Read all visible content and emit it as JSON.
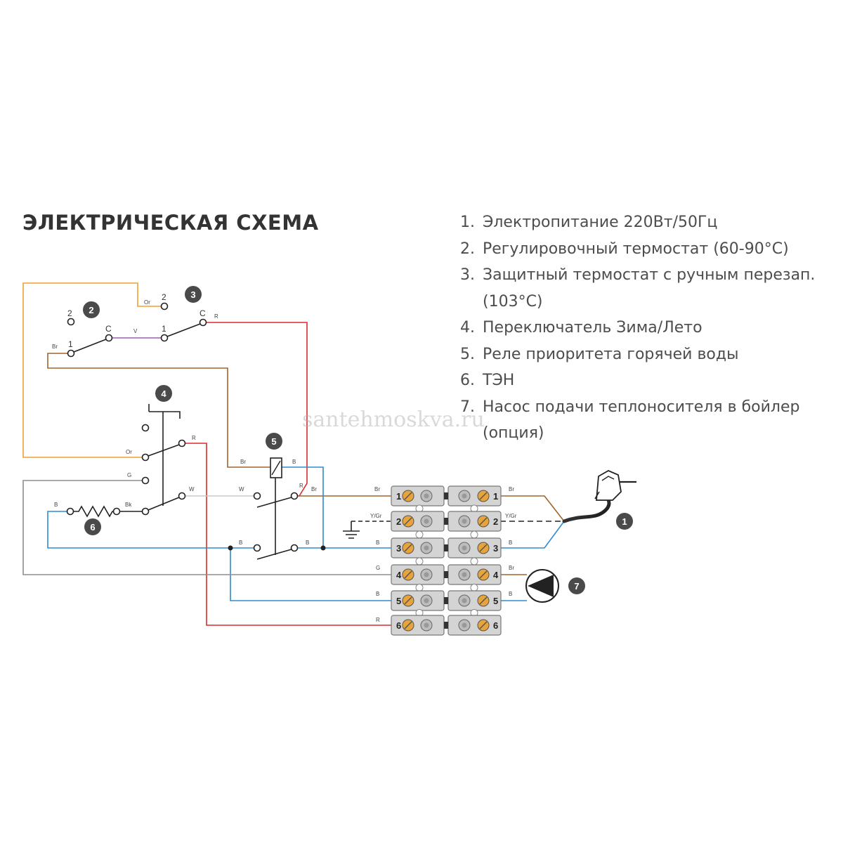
{
  "title": "ЭЛЕКТРИЧЕСКАЯ СХЕМА",
  "legend": [
    {
      "num": "1.",
      "text": "Электропитание 220Вт/50Гц"
    },
    {
      "num": "2.",
      "text": "Регулировочный термостат (60-90°С)"
    },
    {
      "num": "3.",
      "text": "Защитный термостат с ручным перезап. (103°С)"
    },
    {
      "num": "4.",
      "text": "Переключатель Зима/Лето"
    },
    {
      "num": "5.",
      "text": "Реле приоритета горячей воды"
    },
    {
      "num": "6.",
      "text": "ТЭН"
    },
    {
      "num": "7.",
      "text": "Насос подачи теплоносителя в бойлер (опция)"
    }
  ],
  "watermark": "santehmoskva.ru",
  "components": {
    "c1": "1",
    "c2": "2",
    "c3": "3",
    "c4": "4",
    "c5": "5",
    "c6": "6",
    "c7": "7"
  },
  "contacts": {
    "one": "1",
    "two": "2",
    "common": "C"
  },
  "wire_codes": {
    "orange": "Or",
    "brown": "Br",
    "violet": "V",
    "red": "R",
    "grey": "G",
    "white": "W",
    "black": "Bk",
    "blue": "B",
    "yellow_green": "Y/Gr"
  },
  "terminal_block": {
    "terminals": [
      "1",
      "2",
      "3",
      "4",
      "5",
      "6"
    ]
  },
  "colors": {
    "orange": "#f0a030",
    "brown": "#a0632c",
    "violet": "#9b5fb4",
    "red": "#d92b2b",
    "blue": "#2f8bd1",
    "grey": "#8e8e8e",
    "black": "#222222",
    "badge": "#4a4a4a",
    "terminal": "#d4d4d4",
    "screw": "#e8a33a"
  }
}
